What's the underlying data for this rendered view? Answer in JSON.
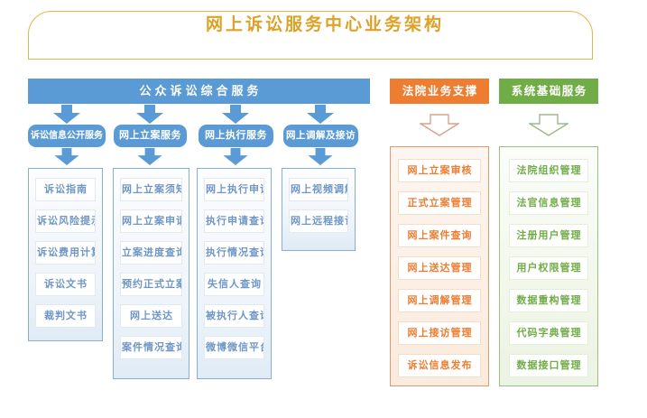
{
  "title": "网上诉讼服务中心业务架构",
  "sections": {
    "public": {
      "header": "公众诉讼综合服务",
      "groups": [
        {
          "header": "诉讼信息公开服务",
          "items": [
            "诉讼指南",
            "诉讼风险提示",
            "诉讼费用计算",
            "诉讼文书",
            "裁判文书"
          ]
        },
        {
          "header": "网上立案服务",
          "items": [
            "网上立案须知",
            "网上立案申请",
            "立案进度查询",
            "预约正式立案",
            "网上送达",
            "案件情况查询"
          ]
        },
        {
          "header": "网上执行服务",
          "items": [
            "网上执行申请",
            "执行申请查询",
            "执行情况查询",
            "失信人查询",
            "被执行人查询",
            "微博微信平台"
          ]
        },
        {
          "header": "网上调解及接访",
          "items": [
            "网上视频调解",
            "网上远程接访"
          ]
        }
      ]
    },
    "court": {
      "header": "法院业务支撑",
      "items": [
        "网上立案审核",
        "正式立案管理",
        "网上案件查询",
        "网上送达管理",
        "网上调解管理",
        "网上接访管理",
        "诉讼信息发布"
      ]
    },
    "system": {
      "header": "系统基础服务",
      "items": [
        "法院组织管理",
        "法官信息管理",
        "注册用户管理",
        "用户权限管理",
        "数据重构管理",
        "代码字典管理",
        "数据接口管理"
      ]
    }
  },
  "colors": {
    "blue": "#5b9bd5",
    "orange": "#ed7d31",
    "green": "#70ad47",
    "gold_text": "#dca227",
    "gold_border": "#e5b44a",
    "hollow_arrow_orange": "#d8a28e",
    "hollow_arrow_green": "#9dba8a"
  }
}
